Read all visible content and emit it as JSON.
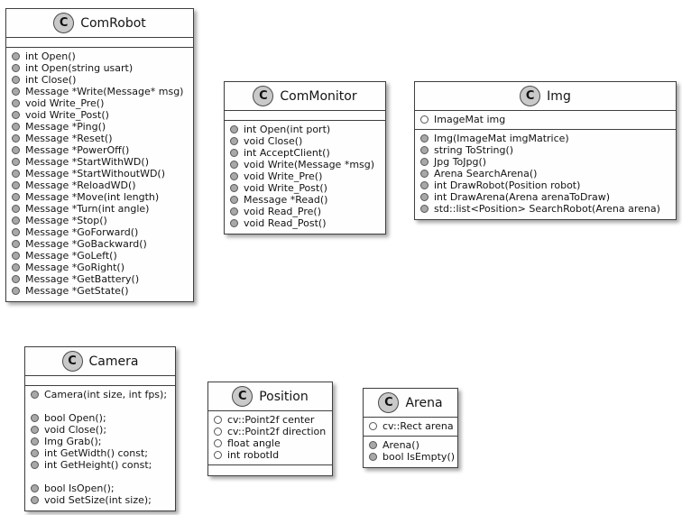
{
  "diagram": {
    "type": "uml-class-diagram",
    "class_badge_letter": "C",
    "colors": {
      "background": "#ffffff",
      "box_fill": "#fefefe",
      "border": "#3f3f3f",
      "text": "#141414",
      "badge_fill": "#c9c9c9",
      "badge_border": "#4a4a4a",
      "method_dot": "#a8a8a8",
      "field_dot": "#ffffff",
      "dot_border": "#565656"
    },
    "classes": [
      {
        "id": "comrobot",
        "name": "ComRobot",
        "fields": [],
        "methods": [
          "int Open()",
          "int Open(string usart)",
          "int Close()",
          "Message *Write(Message* msg)",
          "void Write_Pre()",
          "void Write_Post()",
          "Message *Ping()",
          "Message *Reset()",
          "Message *PowerOff()",
          "Message *StartWithWD()",
          "Message *StartWithoutWD()",
          "Message *ReloadWD()",
          "Message *Move(int length)",
          "Message *Turn(int angle)",
          "Message *Stop()",
          "Message *GoForward()",
          "Message *GoBackward()",
          "Message *GoLeft()",
          "Message *GoRight()",
          "Message *GetBattery()",
          "Message *GetState()"
        ]
      },
      {
        "id": "commonitor",
        "name": "ComMonitor",
        "fields": [],
        "methods": [
          "int Open(int port)",
          "void Close()",
          "int AcceptClient()",
          "void Write(Message *msg)",
          "void Write_Pre()",
          "void Write_Post()",
          "Message *Read()",
          "void Read_Pre()",
          "void Read_Post()"
        ]
      },
      {
        "id": "img",
        "name": "Img",
        "fields": [
          "ImageMat img"
        ],
        "methods": [
          "Img(ImageMat imgMatrice)",
          "string ToString()",
          "Jpg ToJpg()",
          "Arena SearchArena()",
          "int DrawRobot(Position robot)",
          "int DrawArena(Arena arenaToDraw)",
          "std::list<Position> SearchRobot(Arena arena)"
        ]
      },
      {
        "id": "camera",
        "name": "Camera",
        "fields": [],
        "methods": [
          "Camera(int size, int fps);",
          "",
          "bool Open();",
          "void Close();",
          "Img Grab();",
          "int GetWidth() const;",
          "int GetHeight() const;",
          "",
          "bool IsOpen();",
          "void SetSize(int size);"
        ]
      },
      {
        "id": "position",
        "name": "Position",
        "fields": [
          "cv::Point2f center",
          "cv::Point2f direction",
          "float angle",
          "int robotId"
        ],
        "methods": []
      },
      {
        "id": "arena",
        "name": "Arena",
        "fields": [
          "cv::Rect arena"
        ],
        "methods": [
          "Arena()",
          "bool IsEmpty()"
        ]
      }
    ]
  }
}
